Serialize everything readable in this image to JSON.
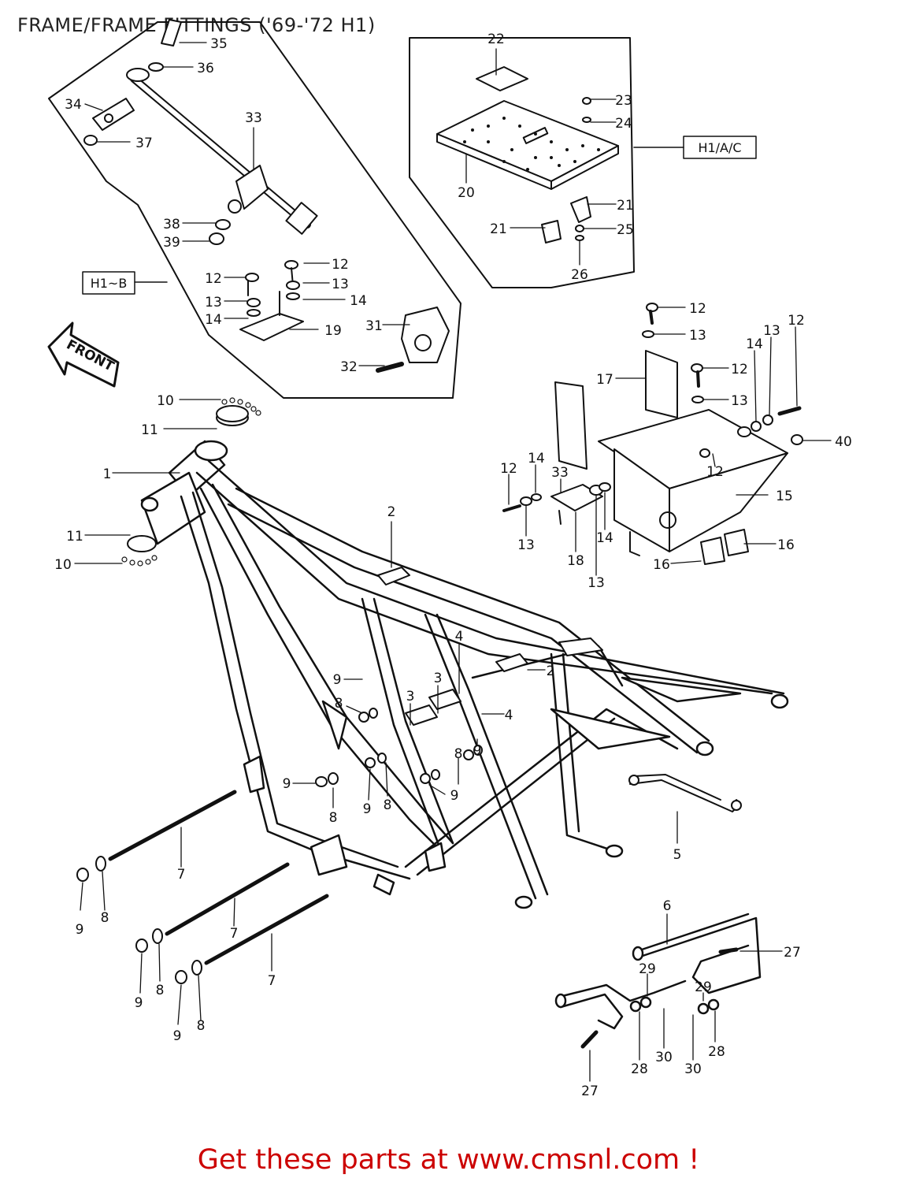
{
  "page": {
    "title": "FRAME/FRAME FITTINGS ('69-'72 H1)",
    "footer": "Get these parts at www.cmsnl.com !",
    "line_color": "#111111",
    "footer_color": "#cc0000"
  },
  "insets": {
    "left": "H1~B",
    "right": "H1/A/C"
  },
  "front_arrow": "FRONT",
  "callouts": [
    {
      "id": "c35",
      "label": "35"
    },
    {
      "id": "c36",
      "label": "36"
    },
    {
      "id": "c34",
      "label": "34"
    },
    {
      "id": "c37",
      "label": "37"
    },
    {
      "id": "c33a",
      "label": "33"
    },
    {
      "id": "c38",
      "label": "38"
    },
    {
      "id": "c39",
      "label": "39"
    },
    {
      "id": "c12a",
      "label": "12"
    },
    {
      "id": "c12b",
      "label": "12"
    },
    {
      "id": "c13a",
      "label": "13"
    },
    {
      "id": "c13b",
      "label": "13"
    },
    {
      "id": "c14a",
      "label": "14"
    },
    {
      "id": "c14b",
      "label": "14"
    },
    {
      "id": "c19",
      "label": "19"
    },
    {
      "id": "c31",
      "label": "31"
    },
    {
      "id": "c32",
      "label": "32"
    },
    {
      "id": "c22",
      "label": "22"
    },
    {
      "id": "c23",
      "label": "23"
    },
    {
      "id": "c24",
      "label": "24"
    },
    {
      "id": "c20",
      "label": "20"
    },
    {
      "id": "c21a",
      "label": "21"
    },
    {
      "id": "c21b",
      "label": "21"
    },
    {
      "id": "c25",
      "label": "25"
    },
    {
      "id": "c26",
      "label": "26"
    },
    {
      "id": "c12c",
      "label": "12"
    },
    {
      "id": "c13c",
      "label": "13"
    },
    {
      "id": "c17",
      "label": "17"
    },
    {
      "id": "c12d",
      "label": "12"
    },
    {
      "id": "c13d",
      "label": "13"
    },
    {
      "id": "c14c",
      "label": "14"
    },
    {
      "id": "c13e",
      "label": "13"
    },
    {
      "id": "c12e",
      "label": "12"
    },
    {
      "id": "c40",
      "label": "40"
    },
    {
      "id": "c12f",
      "label": "12"
    },
    {
      "id": "c15",
      "label": "15"
    },
    {
      "id": "c12g",
      "label": "12"
    },
    {
      "id": "c14d",
      "label": "14"
    },
    {
      "id": "c33b",
      "label": "33"
    },
    {
      "id": "c13f",
      "label": "13"
    },
    {
      "id": "c14e",
      "label": "14"
    },
    {
      "id": "c18",
      "label": "18"
    },
    {
      "id": "c13g",
      "label": "13"
    },
    {
      "id": "c16a",
      "label": "16"
    },
    {
      "id": "c16b",
      "label": "16"
    },
    {
      "id": "c10a",
      "label": "10"
    },
    {
      "id": "c11a",
      "label": "11"
    },
    {
      "id": "c1",
      "label": "1"
    },
    {
      "id": "c11b",
      "label": "11"
    },
    {
      "id": "c10b",
      "label": "10"
    },
    {
      "id": "c2a",
      "label": "2"
    },
    {
      "id": "c2b",
      "label": "2"
    },
    {
      "id": "c4a",
      "label": "4"
    },
    {
      "id": "c4b",
      "label": "4"
    },
    {
      "id": "c3a",
      "label": "3"
    },
    {
      "id": "c3b",
      "label": "3"
    },
    {
      "id": "c9a",
      "label": "9"
    },
    {
      "id": "c8a",
      "label": "8"
    },
    {
      "id": "c9b",
      "label": "9"
    },
    {
      "id": "c8b",
      "label": "8"
    },
    {
      "id": "c9c",
      "label": "9"
    },
    {
      "id": "c9d",
      "label": "9"
    },
    {
      "id": "c8c",
      "label": "8"
    },
    {
      "id": "c9e",
      "label": "9"
    },
    {
      "id": "c8d",
      "label": "8"
    },
    {
      "id": "c5",
      "label": "5"
    },
    {
      "id": "c7a",
      "label": "7"
    },
    {
      "id": "c9f",
      "label": "9"
    },
    {
      "id": "c8e",
      "label": "8"
    },
    {
      "id": "c7b",
      "label": "7"
    },
    {
      "id": "c7c",
      "label": "7"
    },
    {
      "id": "c9g",
      "label": "9"
    },
    {
      "id": "c8f",
      "label": "8"
    },
    {
      "id": "c9h",
      "label": "9"
    },
    {
      "id": "c8g",
      "label": "8"
    },
    {
      "id": "c6",
      "label": "6"
    },
    {
      "id": "c27a",
      "label": "27"
    },
    {
      "id": "c29a",
      "label": "29"
    },
    {
      "id": "c29b",
      "label": "29"
    },
    {
      "id": "c28a",
      "label": "28"
    },
    {
      "id": "c30a",
      "label": "30"
    },
    {
      "id": "c30b",
      "label": "30"
    },
    {
      "id": "c28b",
      "label": "28"
    },
    {
      "id": "c27b",
      "label": "27"
    }
  ]
}
